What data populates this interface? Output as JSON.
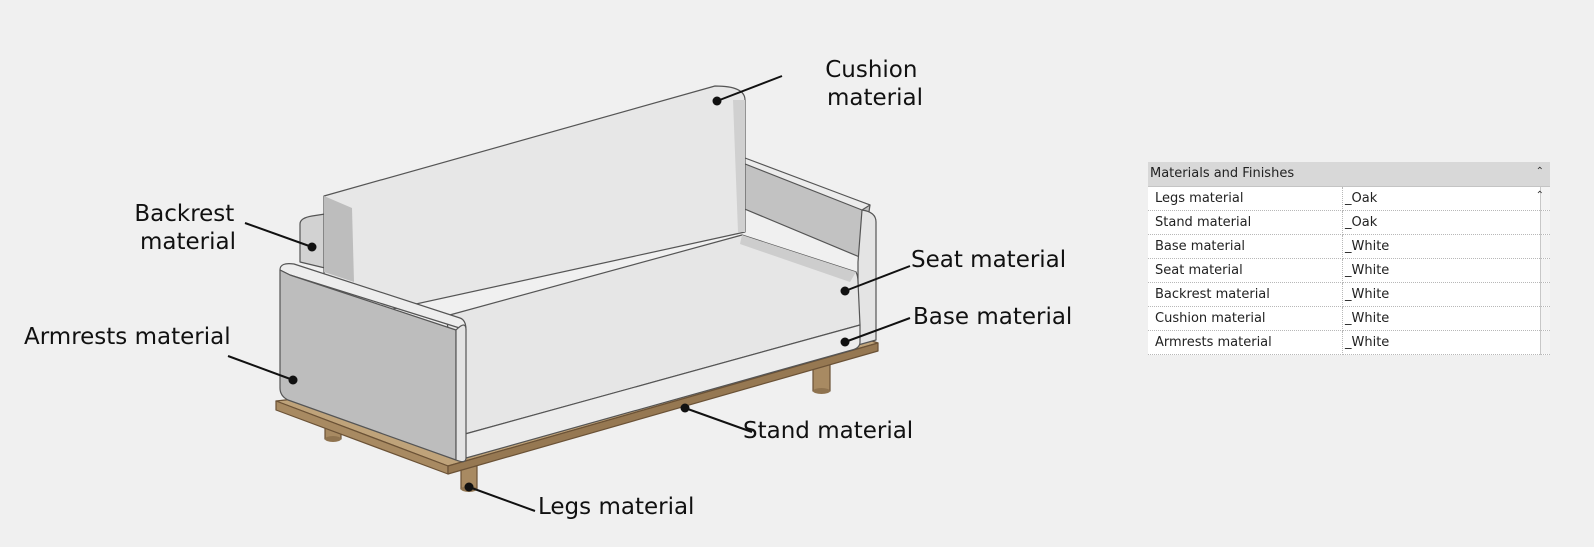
{
  "callouts": {
    "cushion": "Cushion\nmaterial",
    "backrest": "Backrest\nmaterial",
    "seat": "Seat material",
    "base": "Base material",
    "armrests": "Armrests material",
    "stand": "Stand material",
    "legs": "Legs material"
  },
  "properties": {
    "header": "Materials and Finishes",
    "collapse_icon": "chevron-up-double-icon",
    "rows": [
      {
        "name": "Legs material",
        "value": "_Oak"
      },
      {
        "name": "Stand material",
        "value": "_Oak"
      },
      {
        "name": "Base material",
        "value": "_White"
      },
      {
        "name": "Seat material",
        "value": "_White"
      },
      {
        "name": "Backrest material",
        "value": "_White"
      },
      {
        "name": "Cushion material",
        "value": "_White"
      },
      {
        "name": "Armrests material",
        "value": "_White"
      }
    ]
  },
  "colors": {
    "background": "#f0f0f0",
    "upholstery_light": "#e6e6e6",
    "upholstery_shadow": "#bcbcbc",
    "wood": "#a88a62"
  }
}
